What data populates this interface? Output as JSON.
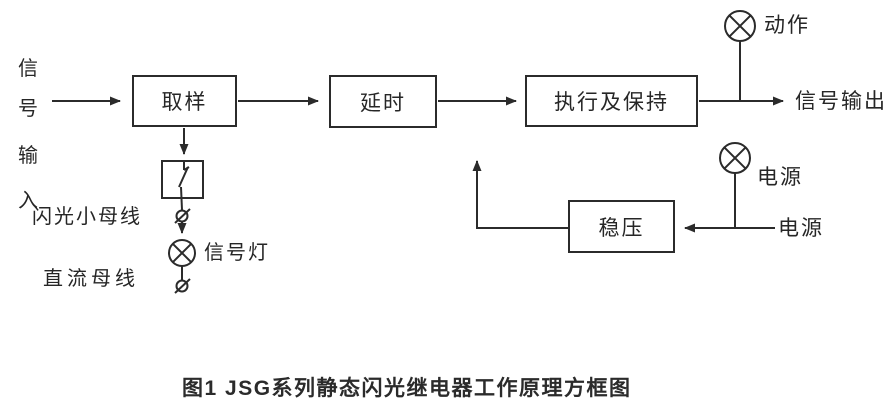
{
  "colors": {
    "line": "#2b2b2b",
    "text": "#262626",
    "background": "#ffffff"
  },
  "input_vertical": {
    "chars": [
      "信",
      "号",
      "输",
      "入"
    ]
  },
  "boxes": {
    "sampling": "取样",
    "delay": "延时",
    "execute_hold": "执行及保持",
    "regulator": "稳压"
  },
  "labels": {
    "action_lamp": "动作",
    "signal_output": "信号输出",
    "power_lamp": "电源",
    "power_source": "电源",
    "flash_small_bus": "闪光小母线",
    "signal_lamp": "信号灯",
    "dc_bus": "直流母线"
  },
  "icons": {
    "lamp": "circle-x-lamp-icon",
    "terminal": "slashed-terminal-icon",
    "contact": "switch-contact-icon"
  },
  "caption": "图1  JSG系列静态闪光继电器工作原理方框图"
}
